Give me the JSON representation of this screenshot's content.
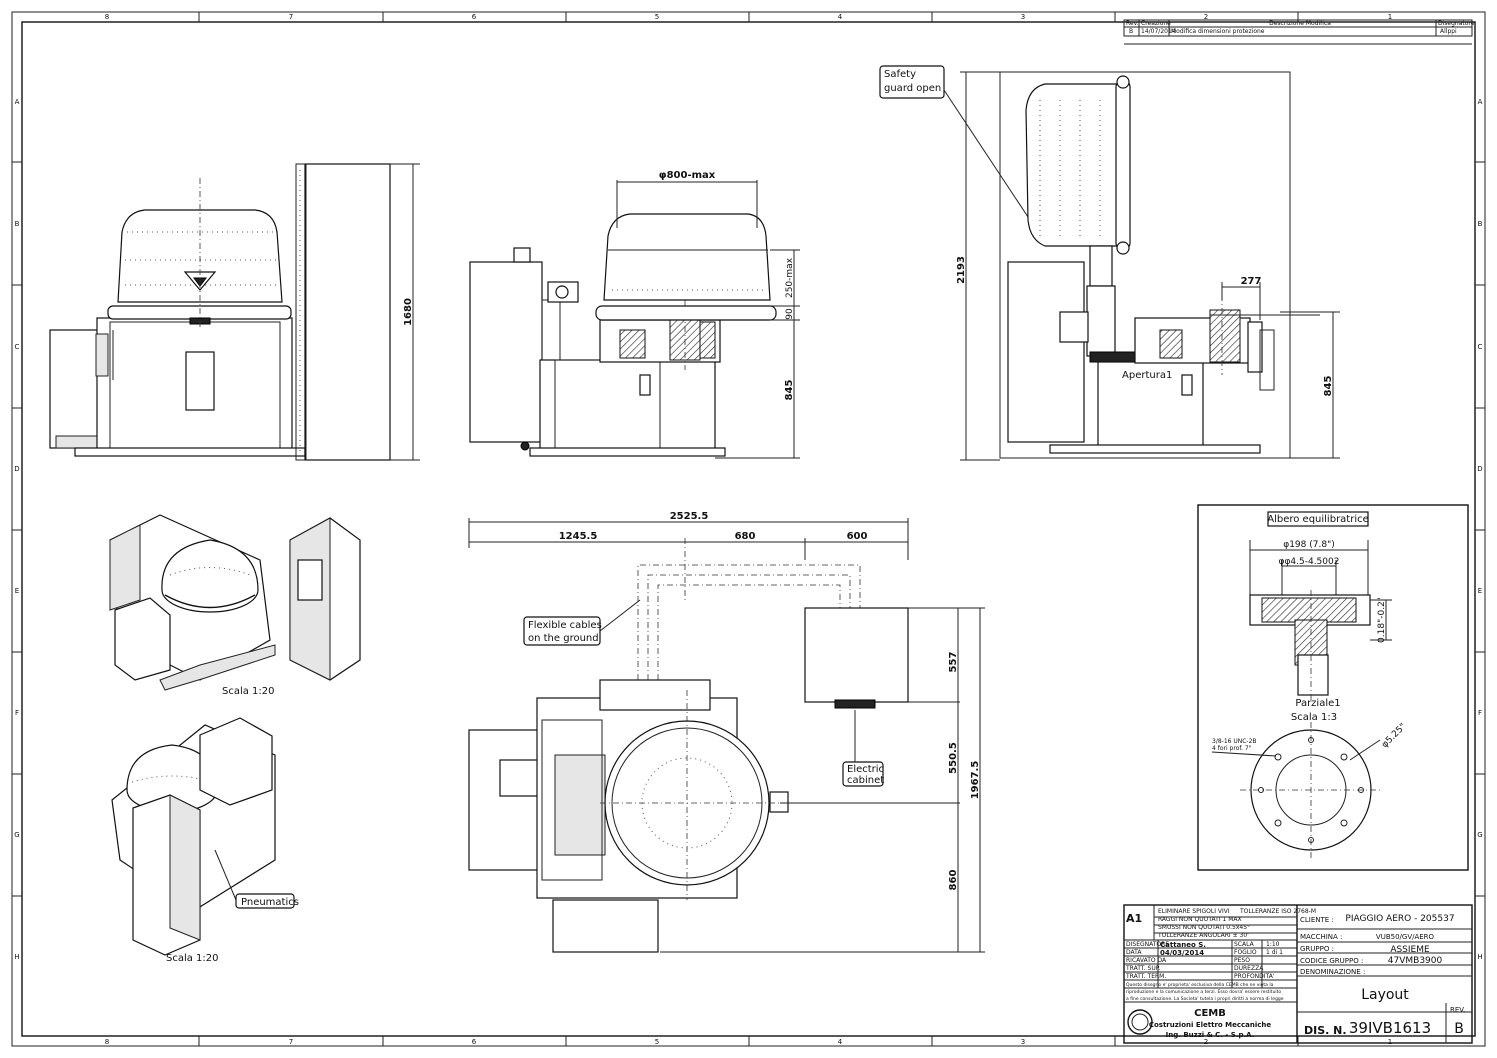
{
  "border": {
    "columns": [
      "8",
      "7",
      "6",
      "5",
      "4",
      "3",
      "2",
      "1"
    ],
    "rows": [
      "A",
      "B",
      "C",
      "D",
      "E",
      "F",
      "G",
      "H"
    ]
  },
  "revision_table": {
    "headers": [
      "Rev.",
      "Creazione",
      "Descrizione Modifica",
      "Disegnatore"
    ],
    "rows": [
      {
        "rev": "B",
        "date": "14/07/2014",
        "description": "Modifica dimensioni protezione",
        "drawer": "Allppi"
      }
    ]
  },
  "front_view": {
    "dim_height": "1680"
  },
  "side_view": {
    "dim_diameter": "φ800-max",
    "dim_250": "250-max",
    "dim_90": "90",
    "dim_845": "845"
  },
  "right_view": {
    "callout": "Safety\nguard open",
    "callout_line1": "Safety",
    "callout_line2": "guard open",
    "dim_height": "2193",
    "dim_277": "277",
    "dim_845": "845",
    "label_apertura": "Apertura1"
  },
  "iso_views": {
    "scale_top": "Scala 1:20",
    "scale_bottom": "Scala 1:20",
    "pneumatics": "Pneumatics"
  },
  "plan_view": {
    "dim_total": "2525.5",
    "dim_1245": "1245.5",
    "dim_680": "680",
    "dim_600": "600",
    "dim_557": "557",
    "dim_550": "550.5",
    "dim_1967": "1967.5",
    "dim_860": "860",
    "callout_cables_1": "Flexible cables",
    "callout_cables_2": "on the ground",
    "callout_cabinet_1": "Electric",
    "callout_cabinet_2": "cabinet"
  },
  "detail": {
    "title": "Albero equilibratrice",
    "dim_198": "φ198 (7.8\")",
    "dim_45": "φφ4.5-4.5002",
    "dim_018": "0.18\"-0.2\"",
    "label_partial": "Parziale1",
    "label_scale": "Scala 1:3",
    "thread_1": "3/8-16 UNC-2B",
    "thread_2": "4 fori prof. 7\"",
    "dim_525": "φ5.25\""
  },
  "title_block": {
    "format": "A1",
    "eliminare": "ELIMINARE SPIGOLI VIVI",
    "tolleranze_ref": "TOLLERANZE ISO 2768-M",
    "raggi": "RAGGI NON QUOTATI 1 MAX",
    "smussi": "SMUSSI NON QUOTATI 0.5x45°",
    "angolari": "TOLLERANZE ANGOLARI ± 30'",
    "label_disegnatore": "DISEGNATORE",
    "disegnatore": "Cattaneo S.",
    "label_data": "DATA",
    "data": "04/03/2014",
    "label_scala": "SCALA",
    "scala": "1:10",
    "label_foglio": "FOGLIO",
    "foglio": "1 di 1",
    "label_rilevato": "RICAVATO DA",
    "label_peso": "PESO",
    "label_tratt": "TRATT. SUP.",
    "label_durezza": "DUREZZA",
    "label_term": "TRATT. TERM.",
    "label_profondita": "PROFONDITA'",
    "disclaimer_1": "Questo disegno e' proprieta' esclusiva della CEMB che ne vieta la",
    "disclaimer_2": "riproduzione e la comunicazione a terzi. Esso dovra' essere restituito",
    "disclaimer_3": "a fine consultazione. La Societa' tutela i propri diritti a norma di legge",
    "company_short": "CEMB",
    "company_line1": "Costruzioni Elettro Meccaniche",
    "company_line2": "Ing. Buzzi & C. - S.p.A.",
    "label_cliente": "CLIENTE :",
    "cliente": "PIAGGIO AERO - 205537",
    "label_macchina": "MACCHINA :",
    "macchina": "VUB50/GV/AERO",
    "label_gruppo": "GRUPPO :",
    "gruppo": "ASSIEME",
    "label_codice": "CODICE GRUPPO :",
    "codice": "47VMB3900",
    "label_denominazione": "DENOMINAZIONE :",
    "denominazione": "Layout",
    "label_dis": "DIS. N.",
    "dis_n": "39IVB1613",
    "label_rev": "REV.",
    "rev": "B"
  }
}
